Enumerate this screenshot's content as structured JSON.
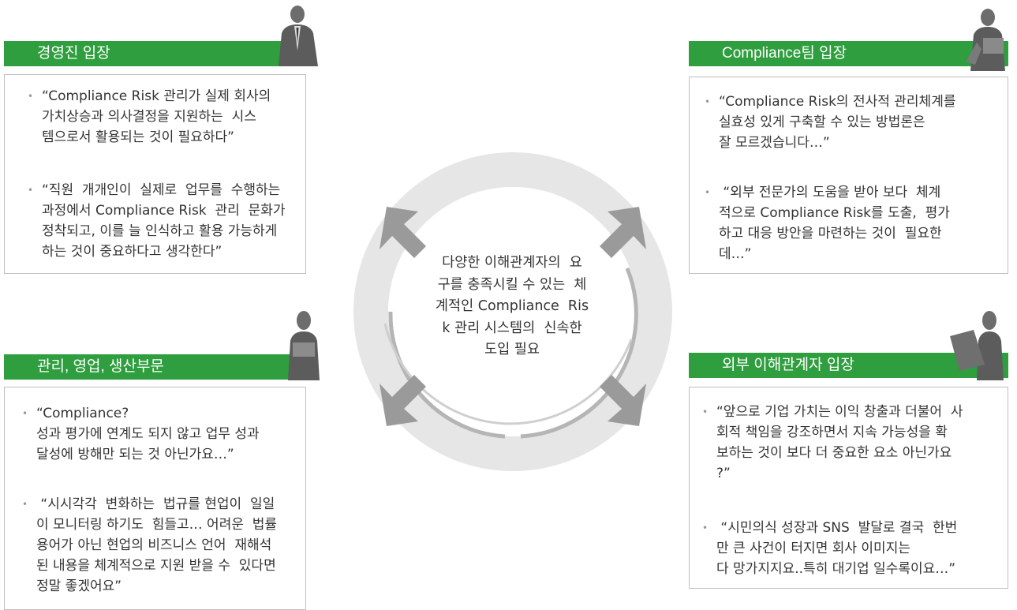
{
  "center": {
    "lines": [
      "다양한 이해관계자의  요",
      "구를 충족시킬 수 있는  체",
      "계적인 Compliance  Ris",
      "k 관리 시스템의  신속한",
      "도입 필요"
    ]
  },
  "panels": {
    "executive": {
      "title": "경영진 입장",
      "items": [
        {
          "lines": [
            "“Compliance Risk 관리가 실제 회사의",
            "가치상승과 의사결정을 지원하는  시스",
            "템으로서 활용되는 것이 필요하다”"
          ]
        },
        {
          "lines": [
            "“직원  개개인이  실제로  업무를  수행하는",
            "과정에서 Compliance Risk  관리  문화가",
            "정착되고, 이를 늘 인식하고 활용 가능하게",
            "하는 것이 중요하다고 생각한다”"
          ]
        }
      ]
    },
    "compliance_team": {
      "title": "Compliance팀 입장",
      "items": [
        {
          "lines": [
            "“Compliance Risk의 전사적 관리체계를",
            "실효성 있게 구축할 수 있는 방법론은",
            "잘 모르겠습니다…”"
          ]
        },
        {
          "lines": [
            " “외부 전문가의 도움을 받아 보다  체계",
            "적으로 Compliance Risk를 도출,  평가",
            "하고 대응 방안을 마련하는 것이  필요한",
            "데…”"
          ]
        }
      ]
    },
    "operations": {
      "title": "관리, 영업, 생산부문",
      "items": [
        {
          "lines": [
            "“Compliance?",
            "성과 평가에 연계도 되지 않고 업무 성과",
            "달성에 방해만 되는 것 아닌가요…”"
          ]
        },
        {
          "lines": [
            " “시시각각  변화하는  법규를 현업이  일일",
            "이 모니터링 하기도  힘들고… 어려운  법률",
            "용어가 아닌 현업의 비즈니스 언어  재해석",
            "된 내용을 체계적으로 지원 받을 수  있다면",
            "정말 좋겠어요”"
          ]
        }
      ]
    },
    "external": {
      "title": "외부 이해관계자 입장",
      "items": [
        {
          "lines": [
            "“앞으로 기업 가치는 이익 창출과 더불어  사",
            "회적 책임을 강조하면서 지속 가능성을 확",
            "보하는 것이 보다 더 중요한 요소 아닌가요",
            "?”"
          ]
        },
        {
          "lines": [
            " “시민의식 성장과 SNS  발달로 결국  한번",
            "만 큰 사건이 터지면 회사 이미지는",
            "다 망가지지요..특히 대기업 일수록이요…”"
          ]
        }
      ]
    }
  },
  "colors": {
    "header": "#2e9e3e",
    "ring": "#e6e6e6",
    "arrow": "#9a9a9a"
  },
  "icons": [
    "executive-figure-icon",
    "compliance-figure-icon",
    "operations-figure-icon",
    "external-figure-icon"
  ]
}
